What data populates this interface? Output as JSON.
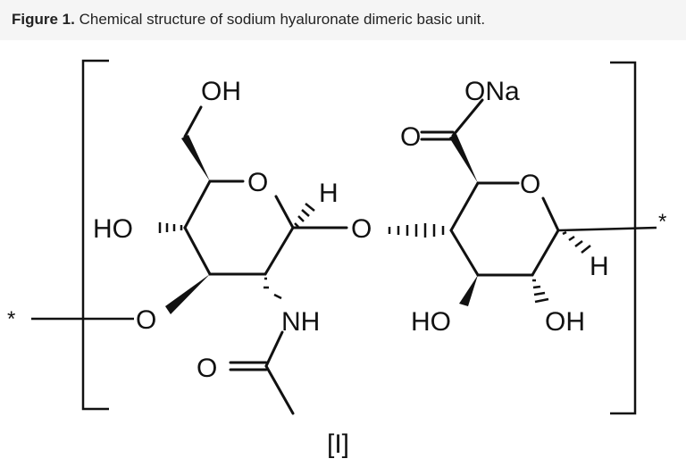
{
  "figure": {
    "label": "Figure 1.",
    "caption": " Chemical structure of sodium hyaluronate dimeric basic unit.",
    "compound_id": "[I]"
  },
  "atoms": {
    "oh_top": "OH",
    "ona": "ONa",
    "o_carboxyl": "O",
    "o_ring_left": "O",
    "o_ring_right": "O",
    "h_left": "H",
    "h_right": "H",
    "ho_left": "HO",
    "o_glycosidic": "O",
    "o_link_left": "O",
    "nh": "NH",
    "o_acetyl": "O",
    "ho_bottom": "HO",
    "oh_bottom": "OH",
    "star_left": "*",
    "star_right": "*"
  }
}
